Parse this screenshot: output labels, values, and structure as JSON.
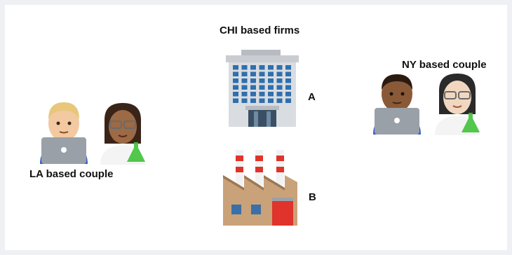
{
  "title": "CHI based firms",
  "firm_a_label": "A",
  "firm_b_label": "B",
  "la_label": "LA based couple",
  "ny_label": "NY based couple",
  "icons": {
    "office": "office-building-icon",
    "factory": "factory-icon",
    "technologist": "technologist-icon",
    "scientist": "scientist-icon"
  },
  "colors": {
    "background": "#ffffff",
    "text": "#111111",
    "factory_chimney_red": "#e0332b",
    "factory_door_red": "#e0332b",
    "laptop_grey": "#9aa0a8",
    "flask_green": "#3fc23a"
  }
}
